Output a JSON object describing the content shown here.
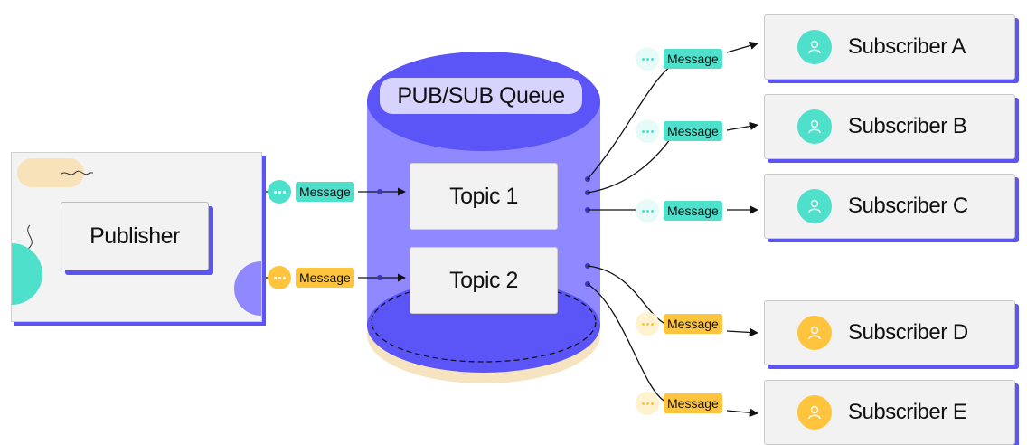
{
  "colors": {
    "accent": "#5b54f6",
    "teal": "#4fe0cc",
    "amber": "#ffc43d",
    "cylinder_top": "#5b54f6",
    "cylinder_body": "#8f88ff",
    "cylinder_bottom": "#f6e3c0"
  },
  "queue": {
    "title": "PUB/SUB Queue"
  },
  "publisher": {
    "label": "Publisher"
  },
  "topics": [
    {
      "label": "Topic 1"
    },
    {
      "label": "Topic 2"
    }
  ],
  "messages": {
    "pub_to_topic1": "Message",
    "pub_to_topic2": "Message",
    "to_a": "Message",
    "to_b": "Message",
    "to_c": "Message",
    "to_d": "Message",
    "to_e": "Message"
  },
  "subscribers": [
    {
      "label": "Subscriber A",
      "color": "teal",
      "icon": "user-icon"
    },
    {
      "label": "Subscriber B",
      "color": "teal",
      "icon": "user-icon"
    },
    {
      "label": "Subscriber C",
      "color": "teal",
      "icon": "user-icon"
    },
    {
      "label": "Subscriber D",
      "color": "amber",
      "icon": "user-icon"
    },
    {
      "label": "Subscriber E",
      "color": "amber",
      "icon": "user-icon"
    }
  ]
}
